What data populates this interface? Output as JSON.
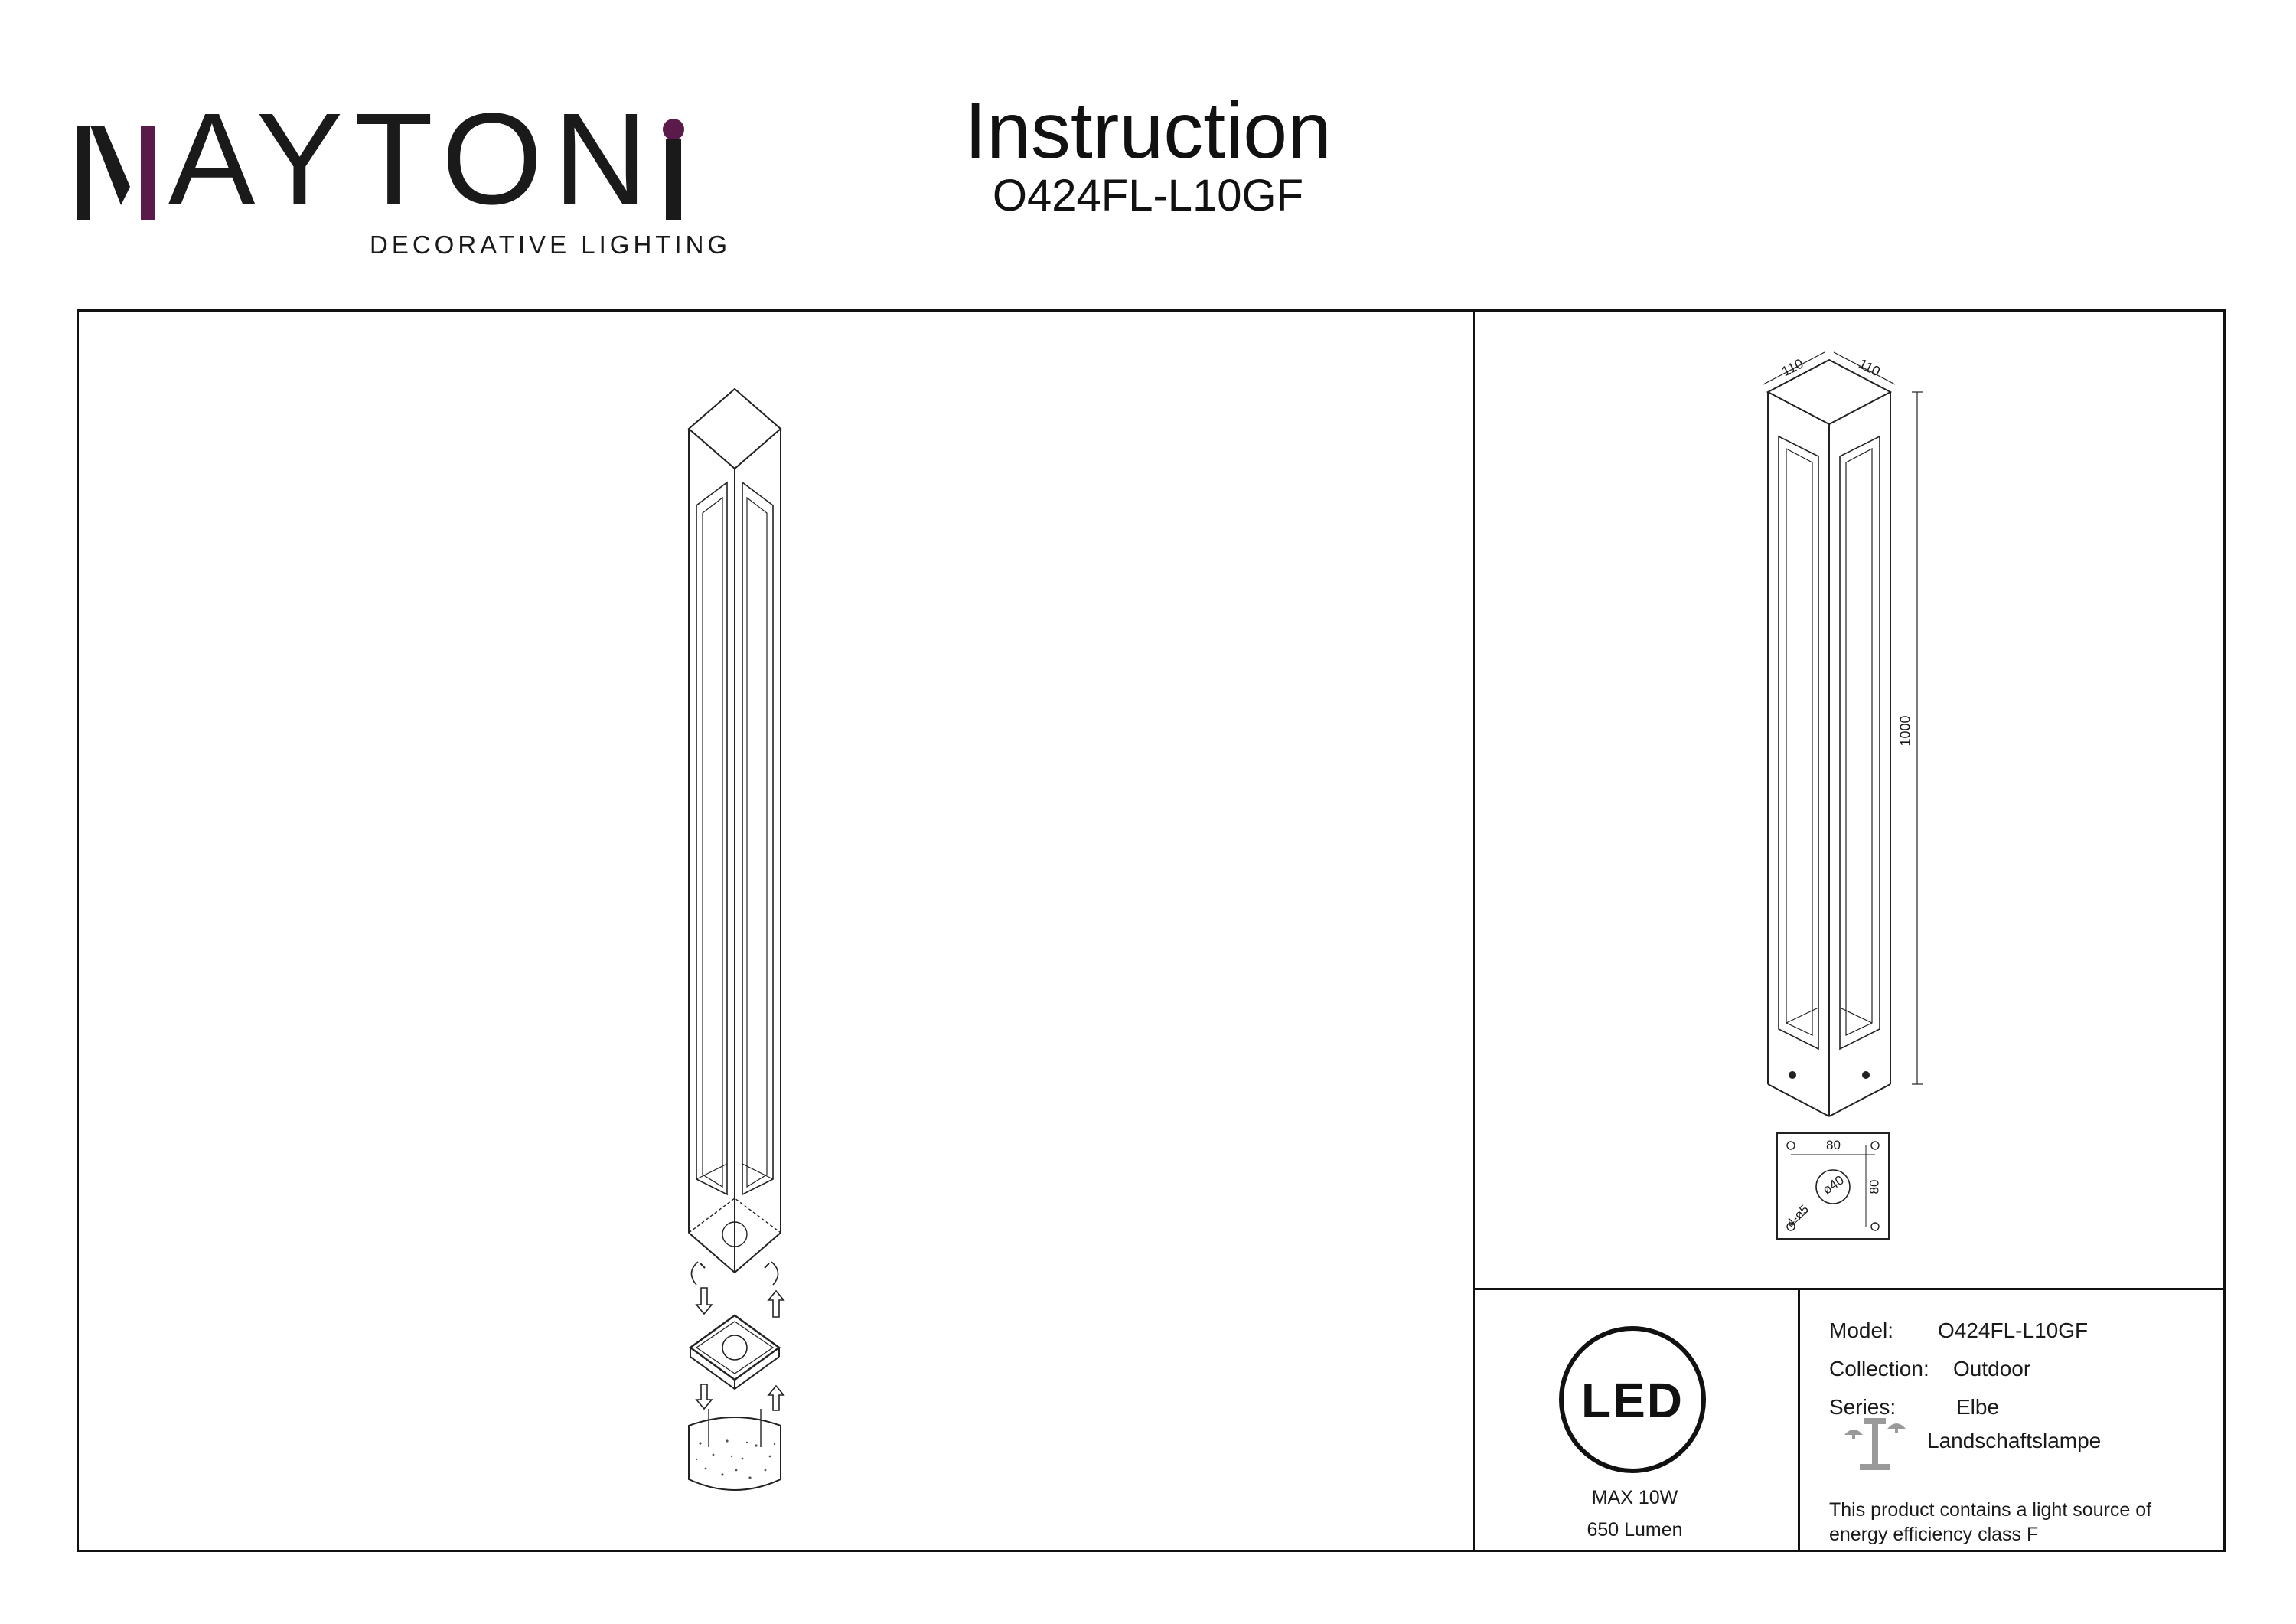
{
  "header": {
    "brand": {
      "name": "MAYTONi",
      "tagline": "DECORATIVE LIGHTING",
      "accent_color": "#5a1a4a"
    },
    "title": "Instruction",
    "model_code": "O424FL-L10GF"
  },
  "drawings": {
    "dimensions": {
      "width_a": "110",
      "width_b": "110",
      "height": "1000",
      "base_width": "80",
      "base_depth": "80",
      "center_hole": "ø40",
      "mount_holes": "4-ø5"
    }
  },
  "led_panel": {
    "badge": "LED",
    "power": "MAX 10W",
    "lumen": "650 Lumen"
  },
  "specs": {
    "model_label": "Model:",
    "model_value": "O424FL-L10GF",
    "collection_label": "Collection:",
    "collection_value": "Outdoor",
    "series_label": "Series:",
    "series_value": "Elbe",
    "type_icon": "landscape-lamp-icon",
    "type_value": "Landschaftslampe",
    "energy_note": "This product contains a light source of energy efficiency class F"
  }
}
